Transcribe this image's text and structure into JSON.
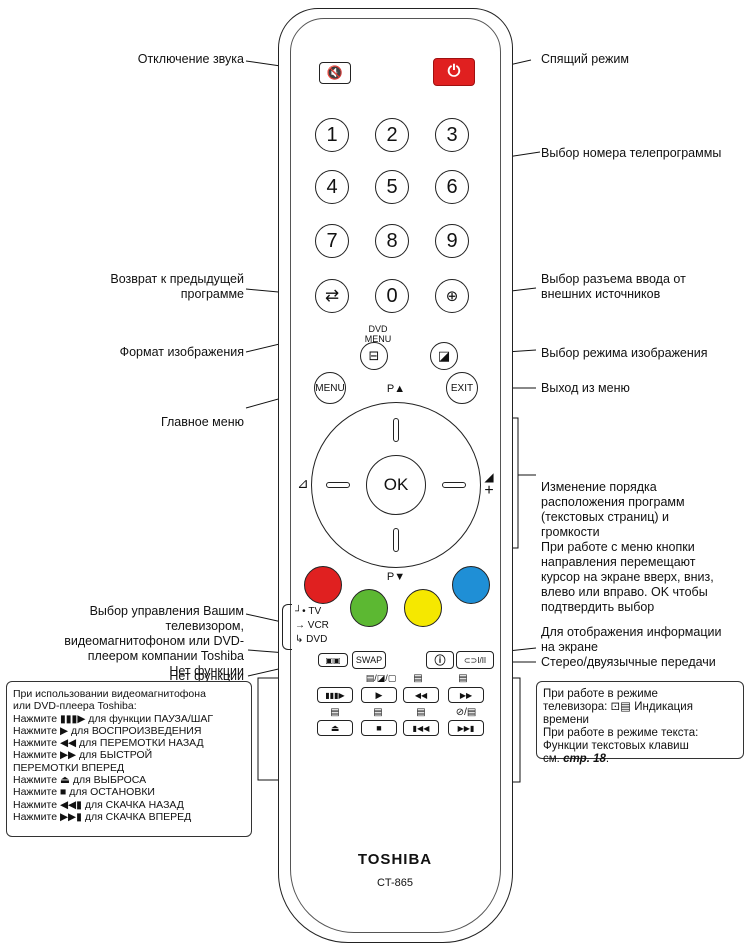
{
  "labels": {
    "mute": "Отключение звука",
    "sleep": "Спящий режим",
    "channel_select": "Выбор номера телепрограммы",
    "prev_channel_1": "Возврат к предыдущей",
    "prev_channel_2": "программе",
    "input_select_1": "Выбор разъема ввода от",
    "input_select_2": "внешних источников",
    "picture_format": "Формат изображения",
    "picture_mode": "Выбор режима изображения",
    "exit_menu": "Выход из меню",
    "main_menu": "Главное меню",
    "nav_1": "Изменение порядка",
    "nav_2": "расположения программ",
    "nav_3": "(текстовых страниц) и",
    "nav_4": "громкости",
    "nav_5": "При работе с меню кнопки",
    "nav_6": "направления перемещают",
    "nav_7": "курсор на экране вверх, вниз,",
    "nav_8": "влево или вправо. OK чтобы",
    "nav_9": "подтвердить выбор",
    "mode_select_1": "Выбор управления Вашим",
    "mode_select_2": "телевизором,",
    "mode_select_3": "видеомагнитофоном или DVD-",
    "mode_select_4": "плеером компании Toshiba",
    "no_function_1": "Нет функции",
    "no_function_2": "Нет функции",
    "info_1": "Для отображения информации",
    "info_2": "на экране",
    "stereo": "Стерео/двуязычные передачи"
  },
  "right_box": {
    "line1": "При работе в режиме",
    "line2_pre": "телевизора:",
    "line2_post": "Индикация",
    "line3": "времени",
    "line4": "При работе в режиме текста:",
    "line5": "Функции текстовых клавиш",
    "line6_pre": "см.",
    "line6_ref": "стр. 18",
    "line6_post": "."
  },
  "left_box": {
    "line1": "При использовании видеомагнитофона",
    "line2": "или DVD-плеера Toshiba:",
    "line3": "Нажмите ▮▮▮▶ для функции ПАУЗА/ШАГ",
    "line4": "Нажмите ▶ для ВОСПРОИЗВЕДЕНИЯ",
    "line5": "Нажмите ◀◀ для ПЕРЕМОТКИ НАЗАД",
    "line6": "Нажмите ▶▶ для БЫСТРОЙ",
    "line7": "ПЕРЕМОТКИ ВПЕРЕД",
    "line8": "Нажмите ⏏ для ВЫБРОСА",
    "line9": "Нажмите ■ для ОСТАНОВКИ",
    "line10": "Нажмите ◀◀▮ для СКАЧКА НАЗАД",
    "line11": "Нажмите ▶▶▮ для СКАЧКА ВПЕРЕД"
  },
  "remote": {
    "digits": [
      "1",
      "2",
      "3",
      "4",
      "5",
      "6",
      "7",
      "8",
      "9",
      "0"
    ],
    "dvd_menu_1": "DVD",
    "dvd_menu_2": "MENU",
    "menu": "MENU",
    "exit": "EXIT",
    "ok": "OK",
    "p_up": "P▲",
    "p_down": "P▼",
    "vol_plus": "+",
    "mode_tv": "TV",
    "mode_vcr": "VCR",
    "mode_dvd": "DVD",
    "swap": "SWAP",
    "stereo_btn": "I/II",
    "brand": "TOSHIBA",
    "model": "CT-865",
    "colors": {
      "red": "#e02020",
      "green": "#5cb832",
      "yellow": "#f5e800",
      "blue": "#1f8fd6",
      "power": "#e02020"
    }
  }
}
